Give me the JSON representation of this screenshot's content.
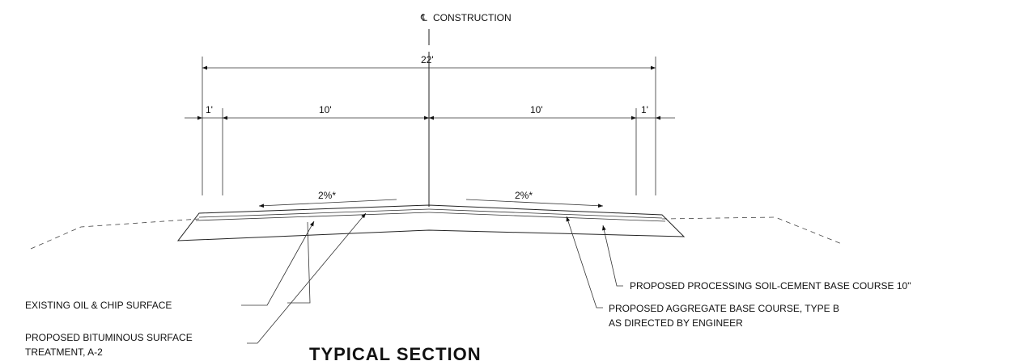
{
  "centerline": {
    "symbol": "℄",
    "label": "CONSTRUCTION"
  },
  "dimensions": {
    "total": "22'",
    "left_shoulder": "1'",
    "left_lane": "10'",
    "right_lane": "10'",
    "right_shoulder": "1'"
  },
  "slopes": {
    "left": "2%*",
    "right": "2%*"
  },
  "callouts": {
    "existing_surface": "EXISTING OIL & CHIP SURFACE",
    "bituminous_line1": "PROPOSED BITUMINOUS SURFACE",
    "bituminous_line2": "TREATMENT, A-2",
    "soil_cement": "PROPOSED PROCESSING SOIL-CEMENT BASE COURSE 10\"",
    "aggregate_line1": "PROPOSED AGGREGATE BASE COURSE, TYPE B",
    "aggregate_line2": "AS DIRECTED BY ENGINEER"
  },
  "title": "TYPICAL SECTION"
}
